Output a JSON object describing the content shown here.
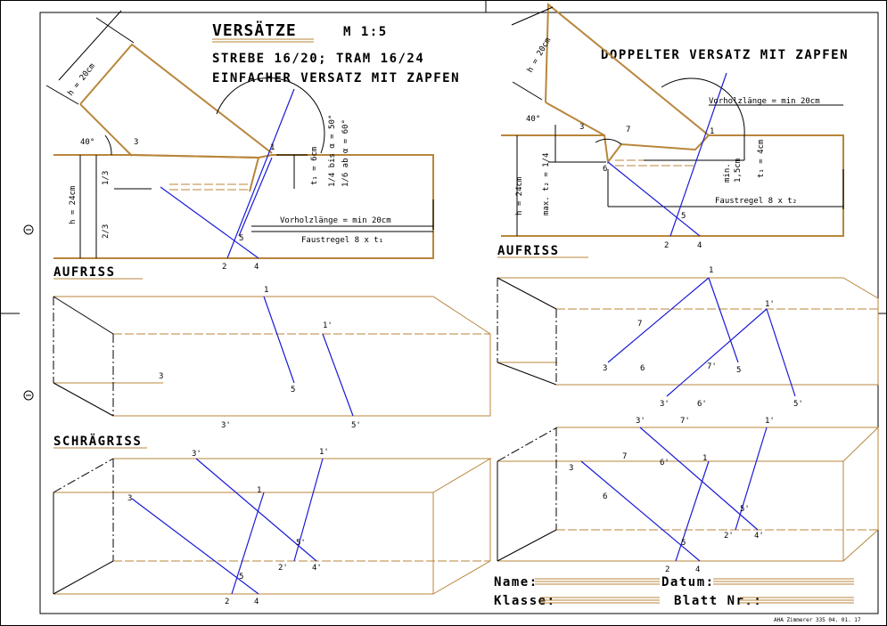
{
  "title": "VERSÄTZE",
  "scale": "M 1:5",
  "subtitle": "STREBE 16/20;  TRAM 16/24",
  "left_title": "EINFACHER VERSATZ MIT ZAPFEN",
  "right_title": "DOPPELTER VERSATZ MIT ZAPFEN",
  "views": {
    "aufriss": "AUFRISS",
    "schraegriss": "SCHRÄGRISS"
  },
  "dims_left": {
    "strebe_h": "h = 20cm",
    "angle": "40°",
    "tram_h": "h = 24cm",
    "third": "1/3",
    "two_thirds": "2/3",
    "t1": "t₁ = 6cm",
    "ratio_a": "1/4 bis α = 50°",
    "ratio_b": "1/6 ab α = 60°",
    "vorholz": "Vorholzlänge = min 20cm",
    "faust": "Faustregel 8 x t₁"
  },
  "dims_right": {
    "strebe_h": "h = 20cm",
    "angle": "40°",
    "tram_h": "h = 24cm",
    "max_t2": "max. t₂ = 1/4",
    "vorholz": "Vorholzlänge = min 20cm",
    "min": "min.",
    "min_val": "1,5cm",
    "t1": "t₁ = 4cm",
    "faust": "Faustregel 8 x t₂"
  },
  "points": {
    "p1": "1",
    "p2": "2",
    "p3": "3",
    "p4": "4",
    "p5": "5",
    "p6": "6",
    "p7": "7",
    "p1s": "1'",
    "p2s": "2'",
    "p3s": "3'",
    "p4s": "4'",
    "p5s": "5'",
    "p6s": "6'",
    "p7s": "7'"
  },
  "form": {
    "name": "Name:",
    "datum": "Datum:",
    "klasse": "Klasse:",
    "blatt": "Blatt Nr.:"
  },
  "footer": "AHA Zimmerer 335  04. 01. 17",
  "colors": {
    "wood": "#b8863b",
    "construction": "#1a1ad6",
    "ink": "#000000"
  }
}
